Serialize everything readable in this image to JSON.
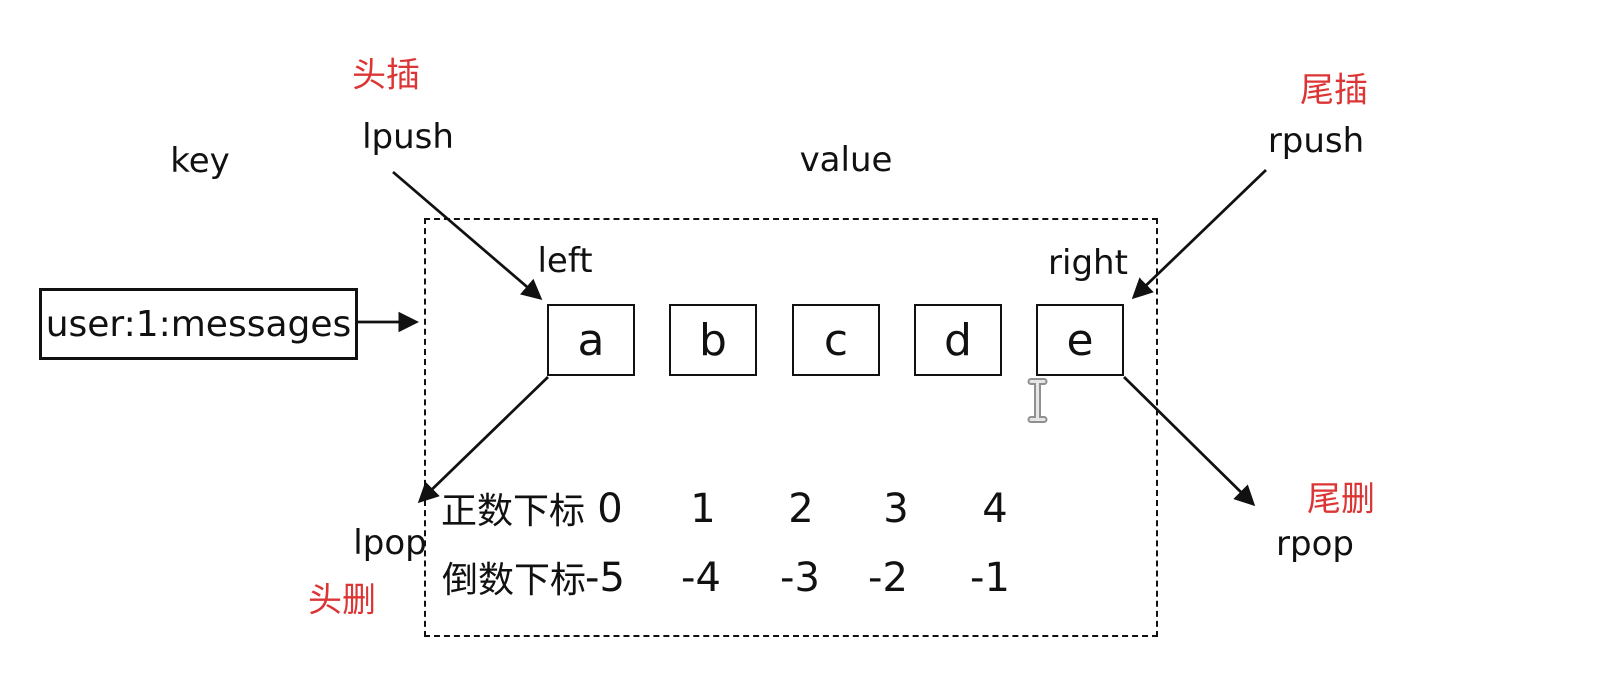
{
  "header_labels": {
    "key": "key",
    "value": "value"
  },
  "key_box": {
    "text": "user:1:messages"
  },
  "list": {
    "left_label": "left",
    "right_label": "right",
    "cells": [
      "a",
      "b",
      "c",
      "d",
      "e"
    ]
  },
  "operations": {
    "lpush": {
      "name": "lpush",
      "annotation": "头插"
    },
    "rpush": {
      "name": "rpush",
      "annotation": "尾插"
    },
    "lpop": {
      "name": "lpop",
      "annotation": "头删"
    },
    "rpop": {
      "name": "rpop",
      "annotation": "尾删"
    }
  },
  "indices": {
    "positive": {
      "label": "正数下标",
      "values": [
        "0",
        "1",
        "2",
        "3",
        "4"
      ]
    },
    "negative": {
      "label": "倒数下标",
      "values": [
        "-5",
        "-4",
        "-3",
        "-2",
        "-1"
      ]
    }
  },
  "colors": {
    "annotation_red": "#dc3535",
    "ink": "#111111",
    "background": "#ffffff"
  },
  "cursor": {
    "type": "i-beam-text-cursor"
  }
}
